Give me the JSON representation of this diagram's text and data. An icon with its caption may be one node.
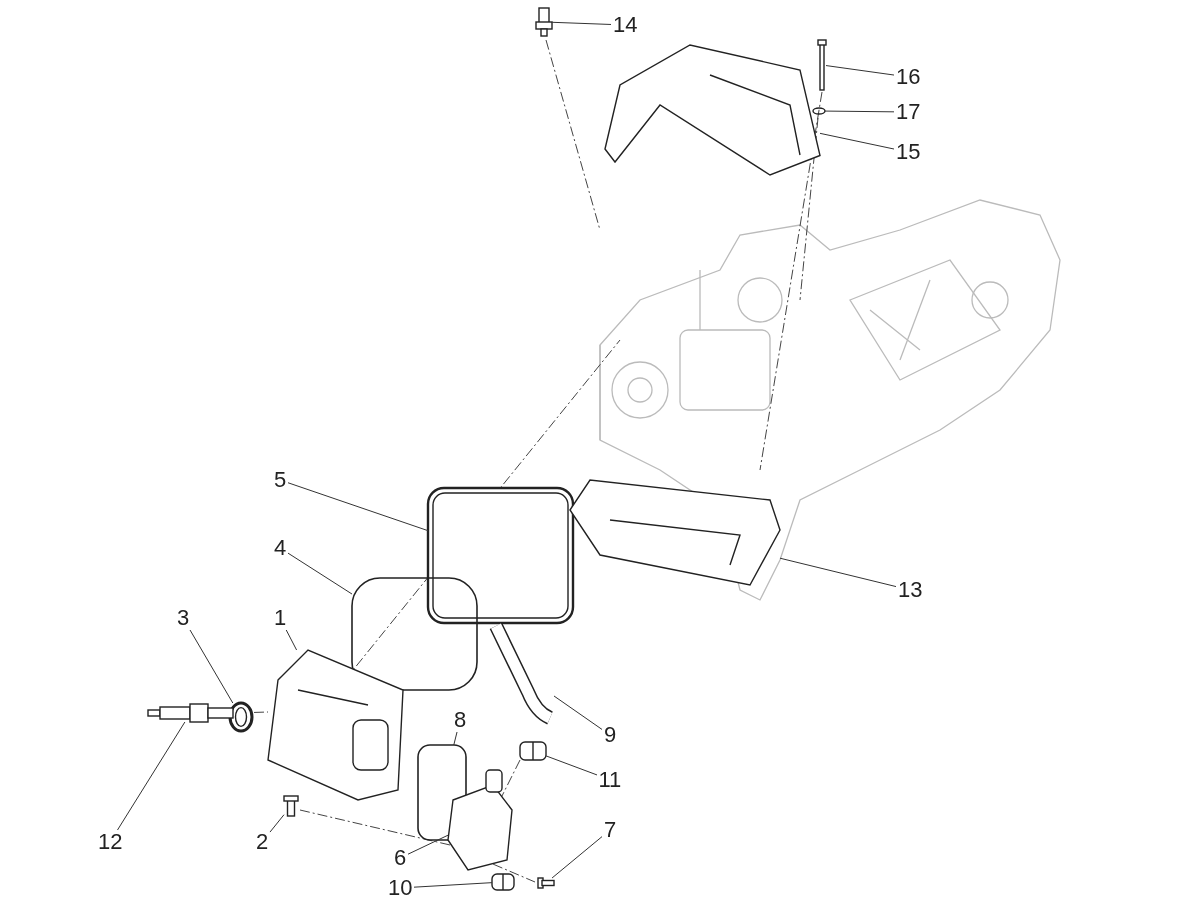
{
  "diagram": {
    "nodes": [
      {
        "text": [
          "14"
        ]
      },
      {
        "text": [
          "16"
        ]
      },
      {
        "text": [
          "17"
        ]
      },
      {
        "text": [
          "15"
        ]
      },
      {
        "text": [
          "5"
        ]
      },
      {
        "text": [
          "4"
        ]
      },
      {
        "text": [
          "13"
        ]
      },
      {
        "text": [
          "3"
        ]
      },
      {
        "text": [
          "1"
        ]
      },
      {
        "text": [
          "8"
        ]
      },
      {
        "text": [
          "9"
        ]
      },
      {
        "text": [
          "11"
        ]
      },
      {
        "text": [
          "7"
        ]
      },
      {
        "text": [
          "12"
        ]
      },
      {
        "text": [
          "2"
        ]
      },
      {
        "text": [
          "6"
        ]
      },
      {
        "text": [
          "10"
        ]
      },
      {
        "text": [],
        "shape": "picture"
      },
      {
        "text": [],
        "shape": "picture"
      },
      {
        "text": [],
        "shape": "circle"
      },
      {
        "text": [],
        "shape": "picture"
      },
      {
        "text": [],
        "shape": "picture"
      },
      {
        "text": [],
        "shape": "box"
      },
      {
        "text": [],
        "shape": "picture"
      },
      {
        "text": [],
        "shape": "picture"
      },
      {
        "text": [],
        "shape": "picture"
      },
      {
        "text": [],
        "shape": "box"
      },
      {
        "text": [],
        "shape": "picture"
      },
      {
        "text": [],
        "shape": "picture"
      },
      {
        "text": [],
        "shape": "picture"
      },
      {
        "text": [],
        "shape": "picture"
      },
      {
        "text": [],
        "shape": "picture"
      },
      {
        "text": [],
        "shape": "picture"
      },
      {
        "text": [],
        "shape": "picture"
      }
    ],
    "edges": [
      {
        "from": 0,
        "to": 17,
        "arrow": "none"
      },
      {
        "from": 1,
        "to": 18,
        "arrow": "none"
      },
      {
        "from": 2,
        "to": 19,
        "arrow": "none"
      },
      {
        "from": 3,
        "to": 20,
        "arrow": "none"
      },
      {
        "from": 4,
        "to": 21,
        "arrow": "none"
      },
      {
        "from": 5,
        "to": 22,
        "arrow": "none"
      },
      {
        "from": 6,
        "to": 23,
        "arrow": "none"
      },
      {
        "from": 7,
        "to": 24,
        "arrow": "none"
      },
      {
        "from": 8,
        "to": 25,
        "arrow": "none"
      },
      {
        "from": 9,
        "to": 26,
        "arrow": "none"
      },
      {
        "from": 10,
        "to": 27,
        "arrow": "none"
      },
      {
        "from": 11,
        "to": 28,
        "arrow": "none"
      },
      {
        "from": 12,
        "to": 29,
        "arrow": "none"
      },
      {
        "from": 13,
        "to": 30,
        "arrow": "none"
      },
      {
        "from": 14,
        "to": 31,
        "arrow": "none"
      },
      {
        "from": 15,
        "to": 32,
        "arrow": "none"
      },
      {
        "from": 16,
        "to": 33,
        "arrow": "none"
      }
    ]
  }
}
